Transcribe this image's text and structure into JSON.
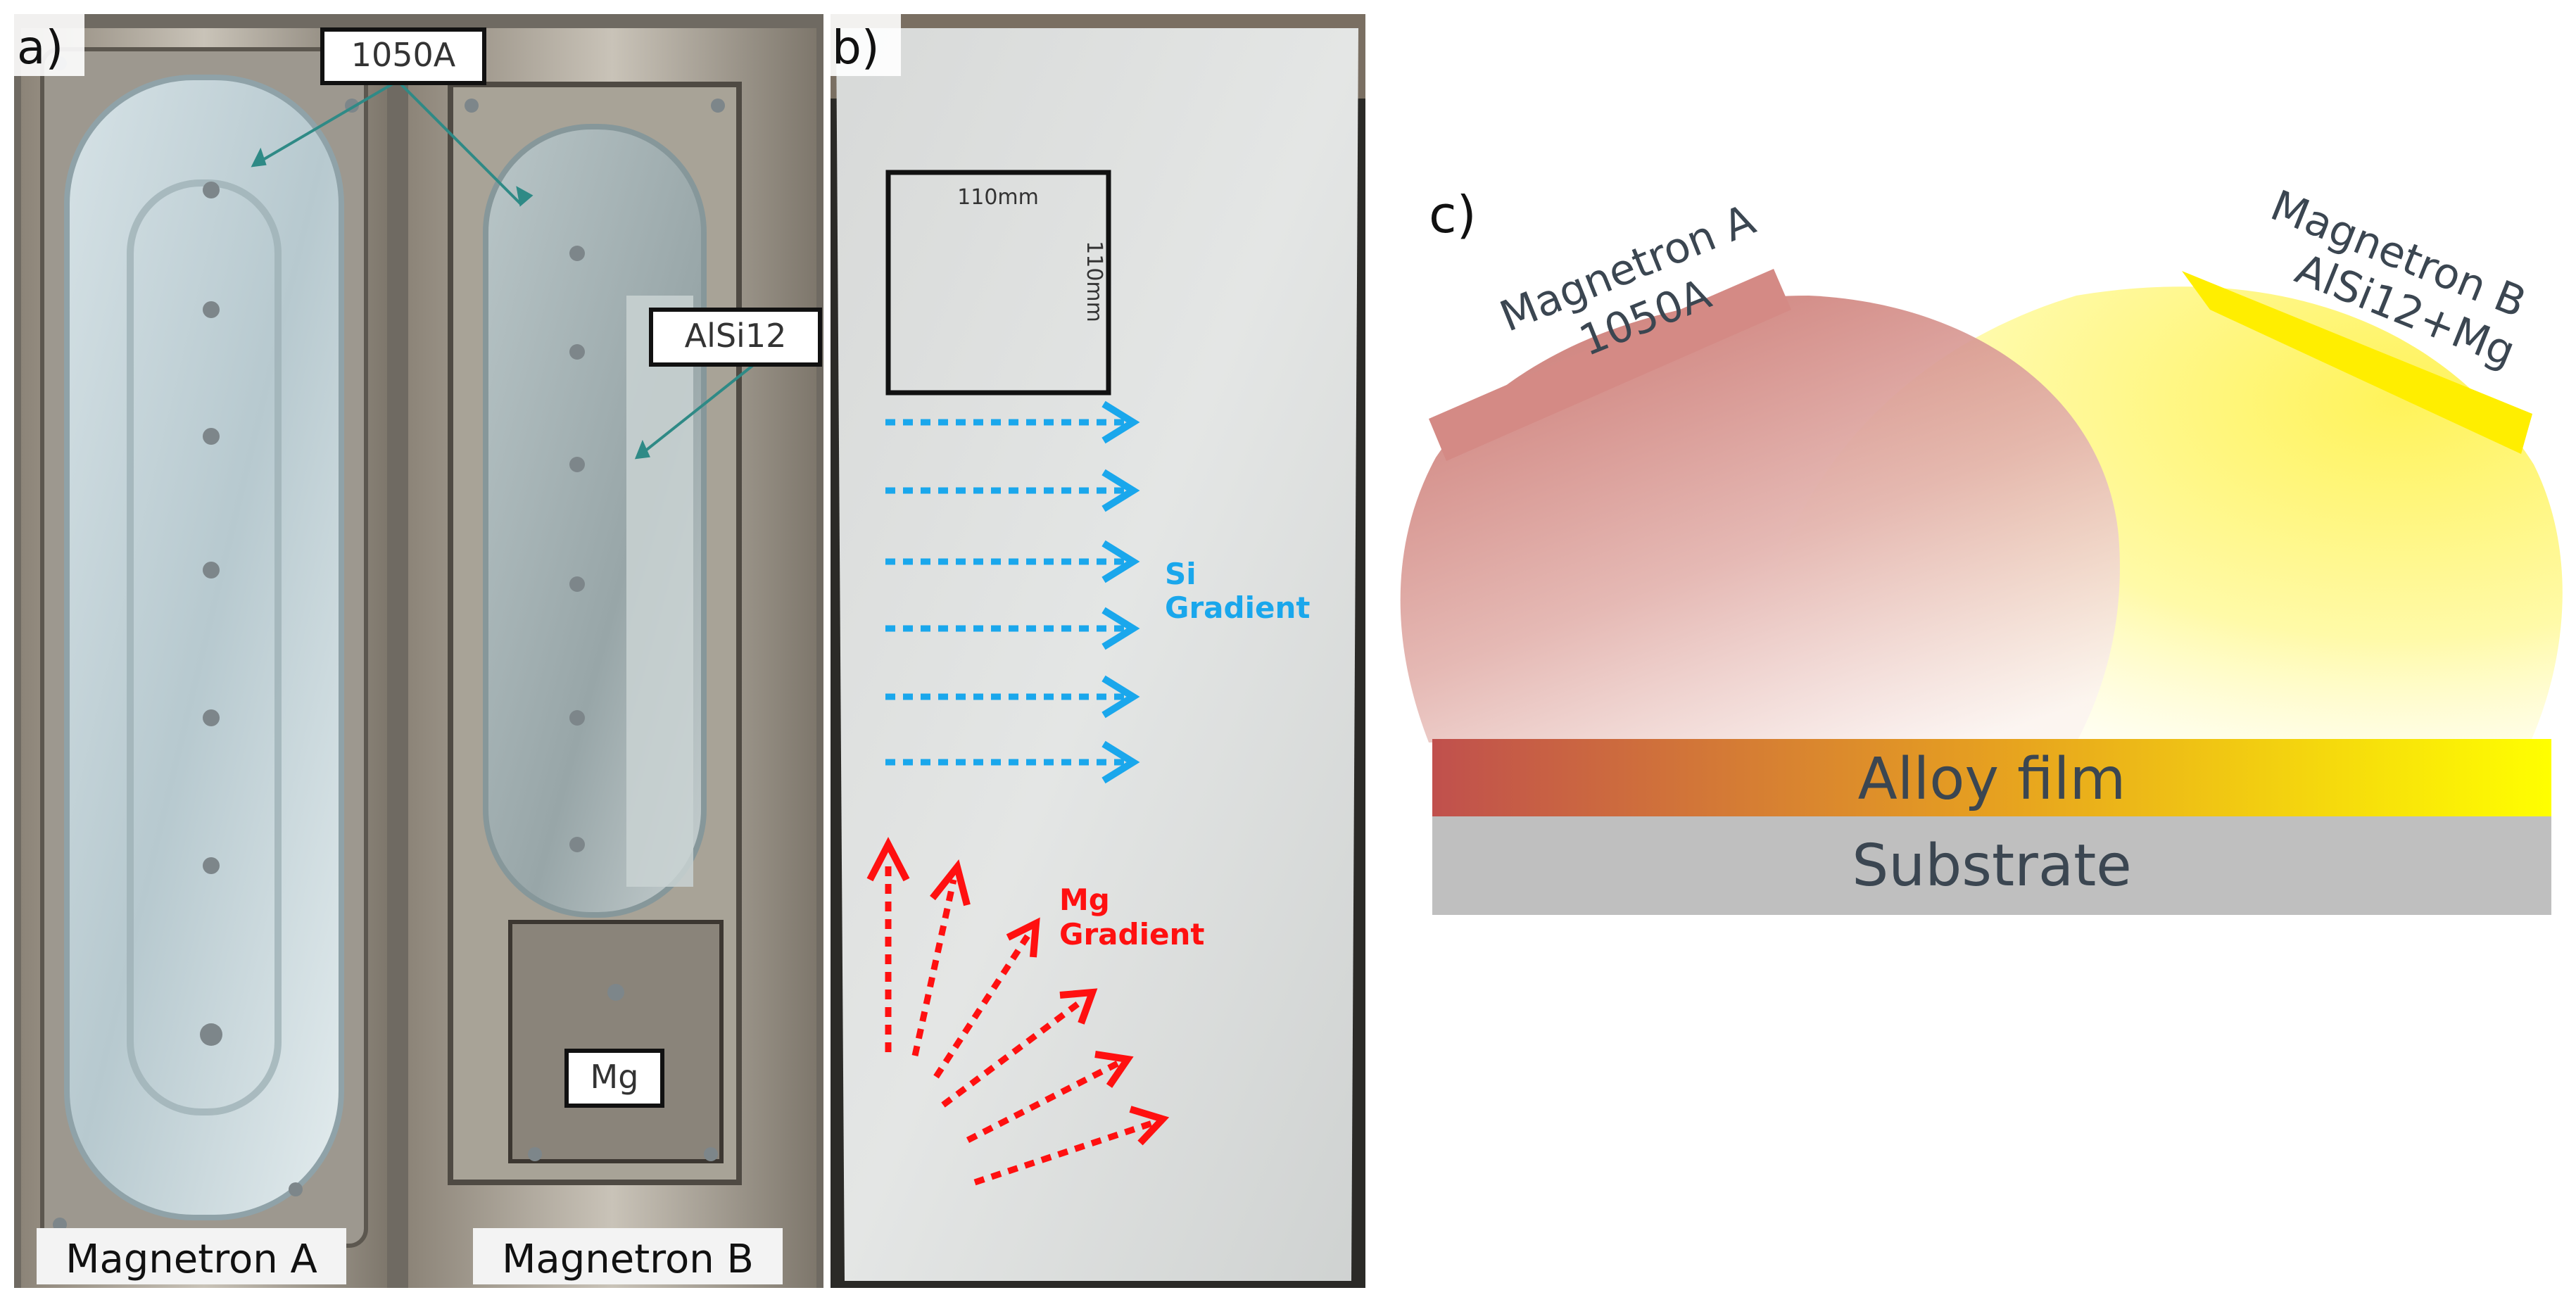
{
  "panel_a": {
    "tag": "a)",
    "callout_1050a": "1050A",
    "callout_alsi12": "AlSi12",
    "callout_mg": "Mg",
    "label_magnetron_a": "Magnetron A",
    "label_magnetron_b": "Magnetron B"
  },
  "panel_b": {
    "tag": "b)",
    "dim_horizontal": "110mm",
    "dim_vertical": "110mm",
    "si_gradient": [
      "Si",
      "Gradient"
    ],
    "mg_gradient": [
      "Mg",
      "Gradient"
    ],
    "colors": {
      "si_arrows": "#1aa7ec",
      "mg_arrows": "#ff1010"
    }
  },
  "panel_c": {
    "tag": "c)",
    "magnetron_a": [
      "Magnetron A",
      "1050A"
    ],
    "magnetron_b": [
      "Magnetron B",
      "AlSi12+Mg"
    ],
    "film_label": "Alloy film",
    "substrate_label": "Substrate",
    "colors": {
      "plume_a": "#c9736d",
      "plume_b": "#fff35a",
      "target_a": "#d48a85",
      "target_b": "#ffee00",
      "film_left": "#c0504d",
      "film_mid": "#e6a020",
      "film_right": "#ffff00",
      "substrate": "#bfbfbf"
    }
  }
}
